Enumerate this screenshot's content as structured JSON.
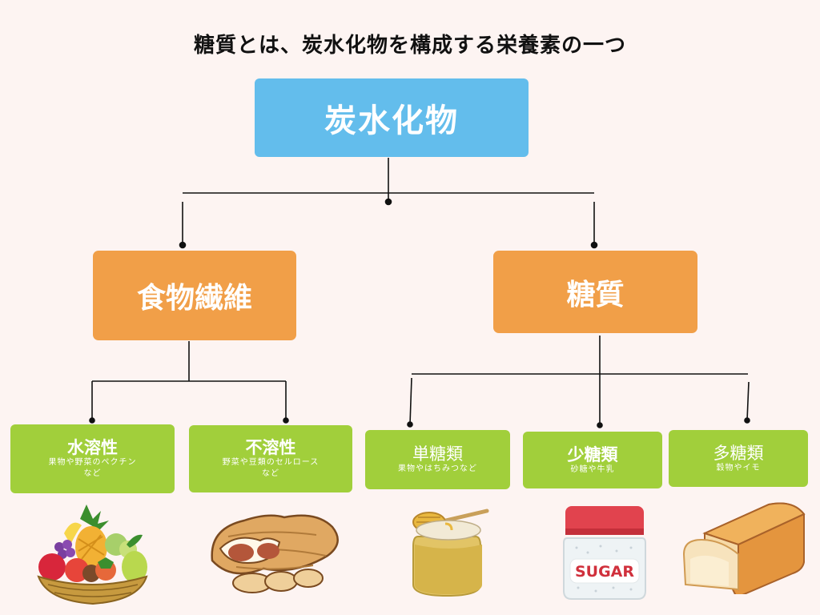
{
  "title": "糖質とは、炭水化物を構成する栄養素の一つ",
  "root": {
    "label": "炭水化物"
  },
  "branches": [
    {
      "label": "食物繊維",
      "children": [
        {
          "label": "水溶性",
          "sub1": "果物や野菜のペクチン",
          "sub2": "など"
        },
        {
          "label": "不溶性",
          "sub1": "野菜や豆類のセルロース",
          "sub2": "など"
        }
      ]
    },
    {
      "label": "糖質",
      "children": [
        {
          "label": "単糖類",
          "sub1": "果物やはちみつなど",
          "sub2": ""
        },
        {
          "label": "少糖類",
          "sub1": "砂糖や牛乳",
          "sub2": ""
        },
        {
          "label": "多糖類",
          "sub1": "穀物やイモ",
          "sub2": ""
        }
      ]
    }
  ],
  "illustrations": {
    "sugar_jar_label": "SUGAR"
  },
  "colors": {
    "root": "#63bdec",
    "branch": "#f19f48",
    "leaf": "#a1cf3b",
    "background": "#fdf4f2"
  }
}
